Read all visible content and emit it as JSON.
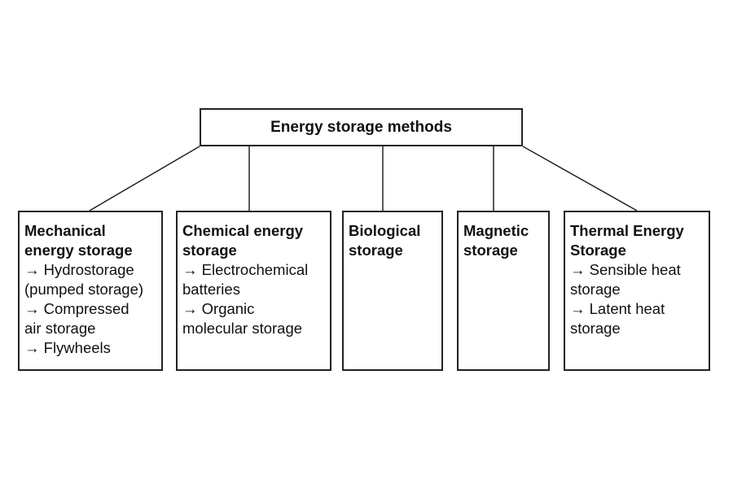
{
  "root": {
    "title": "Energy storage methods"
  },
  "categories": [
    {
      "title": "Mechanical\nenergy storage",
      "items": [
        "→ Hydrostorage\n(pumped storage)",
        "→ Compressed\nair storage",
        "→ Flywheels"
      ]
    },
    {
      "title": "Chemical energy\nstorage",
      "items": [
        "→ Electrochemical\nbatteries",
        "→ Organic\nmolecular storage"
      ]
    },
    {
      "title": "Biological\nstorage",
      "items": []
    },
    {
      "title": "Magnetic\nstorage",
      "items": []
    },
    {
      "title": "Thermal Energy\nStorage",
      "items": [
        "→ Sensible heat\nstorage",
        "→ Latent heat\nstorage"
      ]
    }
  ]
}
